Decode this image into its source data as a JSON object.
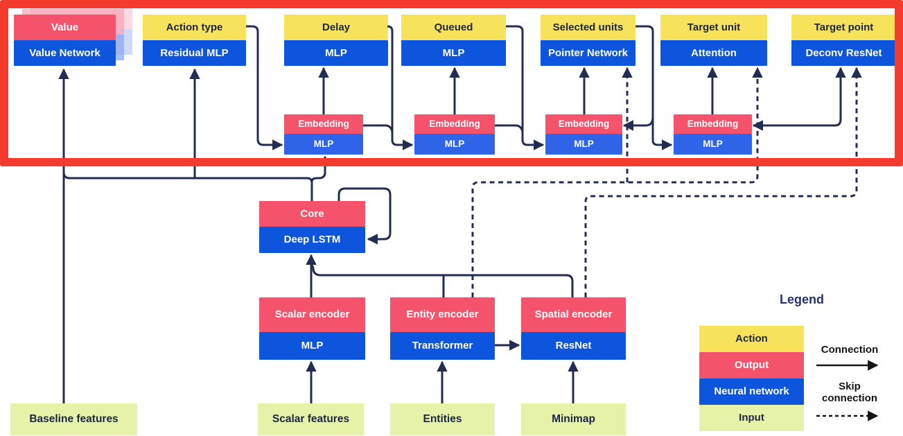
{
  "colors": {
    "action_yellow": "#f7e25c",
    "output_pink": "#f4536b",
    "network_blue": "#0d55dd",
    "embedding_blue": "#2f63e8",
    "input_green": "#e6f2a8",
    "connection_navy": "#232c52",
    "legend_black": "#141414",
    "highlight_red": "#f43b2d"
  },
  "nodes": {
    "heads": [
      {
        "action": "Value",
        "network": "Value Network"
      },
      {
        "action": "Action type",
        "network": "Residual MLP"
      },
      {
        "action": "Delay",
        "network": "MLP"
      },
      {
        "action": "Queued",
        "network": "MLP"
      },
      {
        "action": "Selected units",
        "network": "Pointer Network"
      },
      {
        "action": "Target unit",
        "network": "Attention"
      },
      {
        "action": "Target point",
        "network": "Deconv ResNet"
      }
    ],
    "embeddings": [
      {
        "output": "Embedding",
        "network": "MLP"
      },
      {
        "output": "Embedding",
        "network": "MLP"
      },
      {
        "output": "Embedding",
        "network": "MLP"
      },
      {
        "output": "Embedding",
        "network": "MLP"
      }
    ],
    "core": {
      "output": "Core",
      "network": "Deep LSTM"
    },
    "encoders": [
      {
        "output": "Scalar encoder",
        "network": "MLP"
      },
      {
        "output": "Entity encoder",
        "network": "Transformer"
      },
      {
        "output": "Spatial encoder",
        "network": "ResNet"
      }
    ],
    "inputs": [
      "Baseline features",
      "Scalar features",
      "Entities",
      "Minimap"
    ]
  },
  "legend": {
    "title": "Legend",
    "items": [
      {
        "label": "Action"
      },
      {
        "label": "Output"
      },
      {
        "label": "Neural network"
      },
      {
        "label": "Input"
      }
    ],
    "connection_label": "Connection",
    "skip_connection_label": "Skip connection"
  }
}
